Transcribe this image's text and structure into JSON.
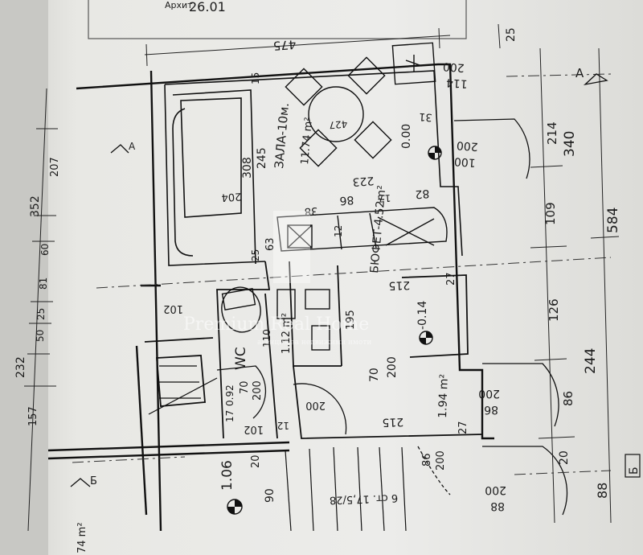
{
  "plan": {
    "header_text": "Архит",
    "header_number": "26.01",
    "rooms": {
      "dining": {
        "name": "ЗАЛА-10м.",
        "area": "11.74 m²",
        "ceiling_label": "427",
        "level": "0.00"
      },
      "buffet": {
        "name": "БЮФЕТ-4.52m²",
        "level": "-0.14"
      },
      "wc": {
        "name": "WC",
        "area": "1.12 m²"
      },
      "hall": {
        "area": "1.94 m²"
      },
      "bottom_left": {
        "area": "74 m²"
      }
    },
    "dimensions": {
      "top_475": "475",
      "top_25": "25",
      "r_200a": "200",
      "r_114": "114",
      "r_31": "31",
      "r_214": "214",
      "r_340": "340",
      "r_200b": "200",
      "r_100": "100",
      "r_109": "109",
      "r_584": "584",
      "r_126": "126",
      "r_244": "244",
      "r_86a": "86",
      "r_200c": "200",
      "r_20": "20",
      "r_88a": "88",
      "r_88b": "88",
      "r_200d": "200",
      "l_207": "207",
      "l_352": "352",
      "l_60": "60",
      "l_81": "81",
      "l_25": "25",
      "l_50": "50",
      "l_232": "232",
      "l_157": "157",
      "l_106": "1.06",
      "i_308": "308",
      "i_245": "245",
      "i_204": "204",
      "i_223": "223",
      "i_82": "82",
      "i_86": "86",
      "i_17a": "17",
      "i_38": "38",
      "i_63": "63",
      "i_12": "12",
      "i_25b": "25",
      "i_15": "15",
      "i_102a": "102",
      "i_102b": "102",
      "i_215a": "215",
      "i_215b": "215",
      "i_27a": "27",
      "i_27b": "27",
      "i_195": "195",
      "i_70a": "70",
      "i_200e": "200",
      "i_70b": "70",
      "i_200f": "200",
      "i_12b": "12",
      "i_110": "110",
      "i_200g": "200",
      "i_0_92": "0.92",
      "i_17b": "17",
      "i_86b": "86",
      "i_200h": "200",
      "i_20b": "20",
      "i_90": "90",
      "i_stairs": "6  ст. 17,5/28"
    },
    "section_marks": {
      "a_top": "A",
      "a_left": "A",
      "b_left": "Б",
      "b_right": "Б"
    },
    "watermark": {
      "line1": "Premium Real Home",
      "line2": "агенция за недвижими имоти"
    }
  }
}
